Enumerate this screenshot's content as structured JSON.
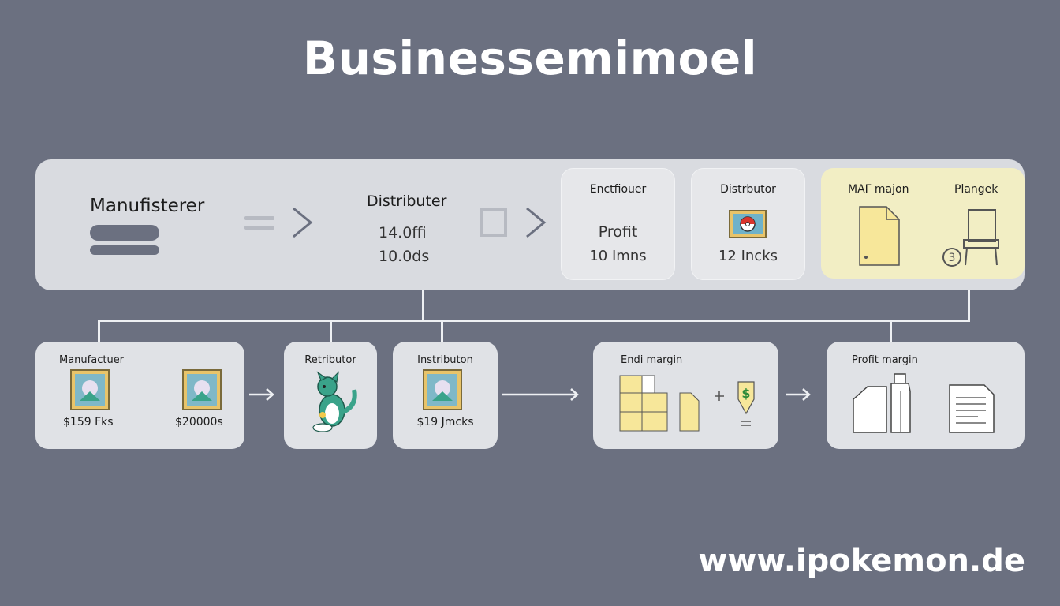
{
  "title": "Businessemimoel",
  "top_row": {
    "manufacturer": {
      "label": "Manufisterer"
    },
    "distributor": {
      "label": "Distributer",
      "line1": "14.0ffi",
      "line2": "10.0ds"
    },
    "card_a": {
      "label": "Enctfiouer",
      "line1": "Profit",
      "line2": "10 Imns"
    },
    "card_b": {
      "label": "Distrbutor",
      "line1": "12 Incks"
    },
    "card_c": {
      "label1": "MAΓ majon",
      "label2": "Plangek"
    }
  },
  "bottom_row": {
    "manufacturer": {
      "label": "Manufactuer",
      "price1": "$159 Fks",
      "price2": "$20000s"
    },
    "retributor": {
      "label": "Retributor"
    },
    "instributon": {
      "label": "Instributon",
      "price": "$19 Jmcks"
    },
    "endi_margin": {
      "label": "Endi margin"
    },
    "profit_margin": {
      "label": "Profit margin"
    }
  },
  "watermark": "www.ipokemon.de",
  "colors": {
    "background": "#6b7080",
    "panel": "#d9dbe0",
    "highlight": "#f2eec4",
    "doc_yellow": "#f7e79a",
    "creature_green": "#3aa38a"
  }
}
